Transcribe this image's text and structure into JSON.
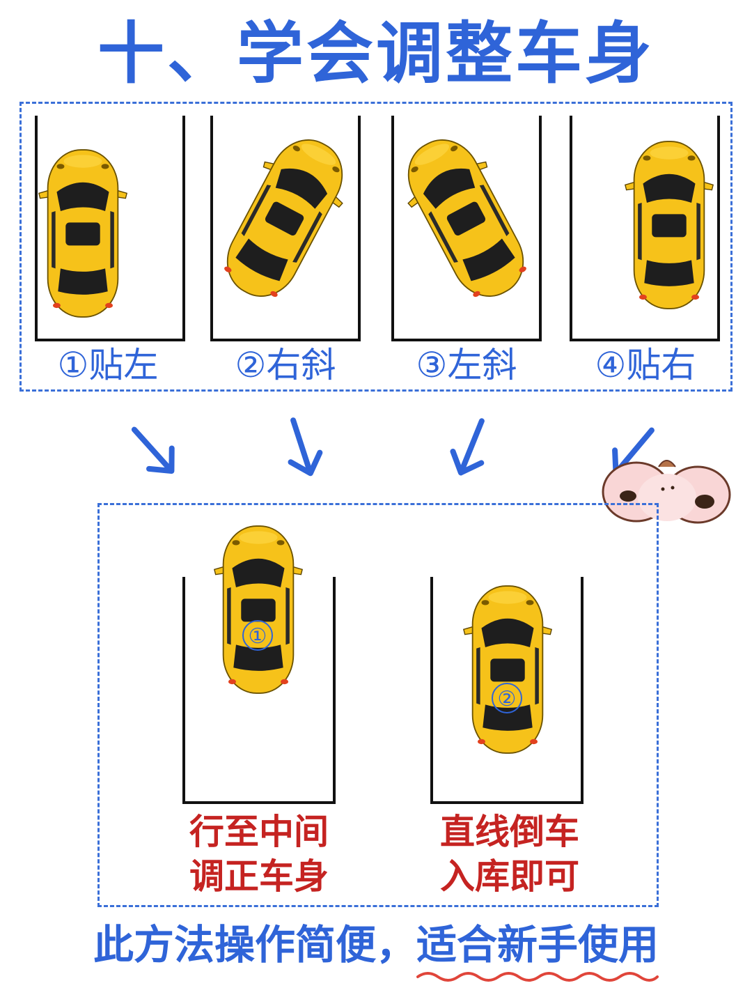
{
  "title": "十、学会调整车身",
  "steps": [
    {
      "label": "①贴左"
    },
    {
      "label": "②右斜"
    },
    {
      "label": "③左斜"
    },
    {
      "label": "④贴右"
    }
  ],
  "result": {
    "car1_marker": "①",
    "car2_marker": "②",
    "note1_line1": "行至中间",
    "note1_line2": "调正车身",
    "note2_line1": "直线倒车",
    "note2_line2": "入库即可"
  },
  "footer": {
    "text_plain": "此方法操作简便，",
    "text_highlight": "适合新手使用"
  },
  "colors": {
    "accent_blue": "#2f64d8",
    "note_red": "#c52321",
    "car_yellow": "#f6c21a"
  },
  "icons": [
    "car-icon",
    "arrow-icon",
    "cartoon-sticker"
  ]
}
